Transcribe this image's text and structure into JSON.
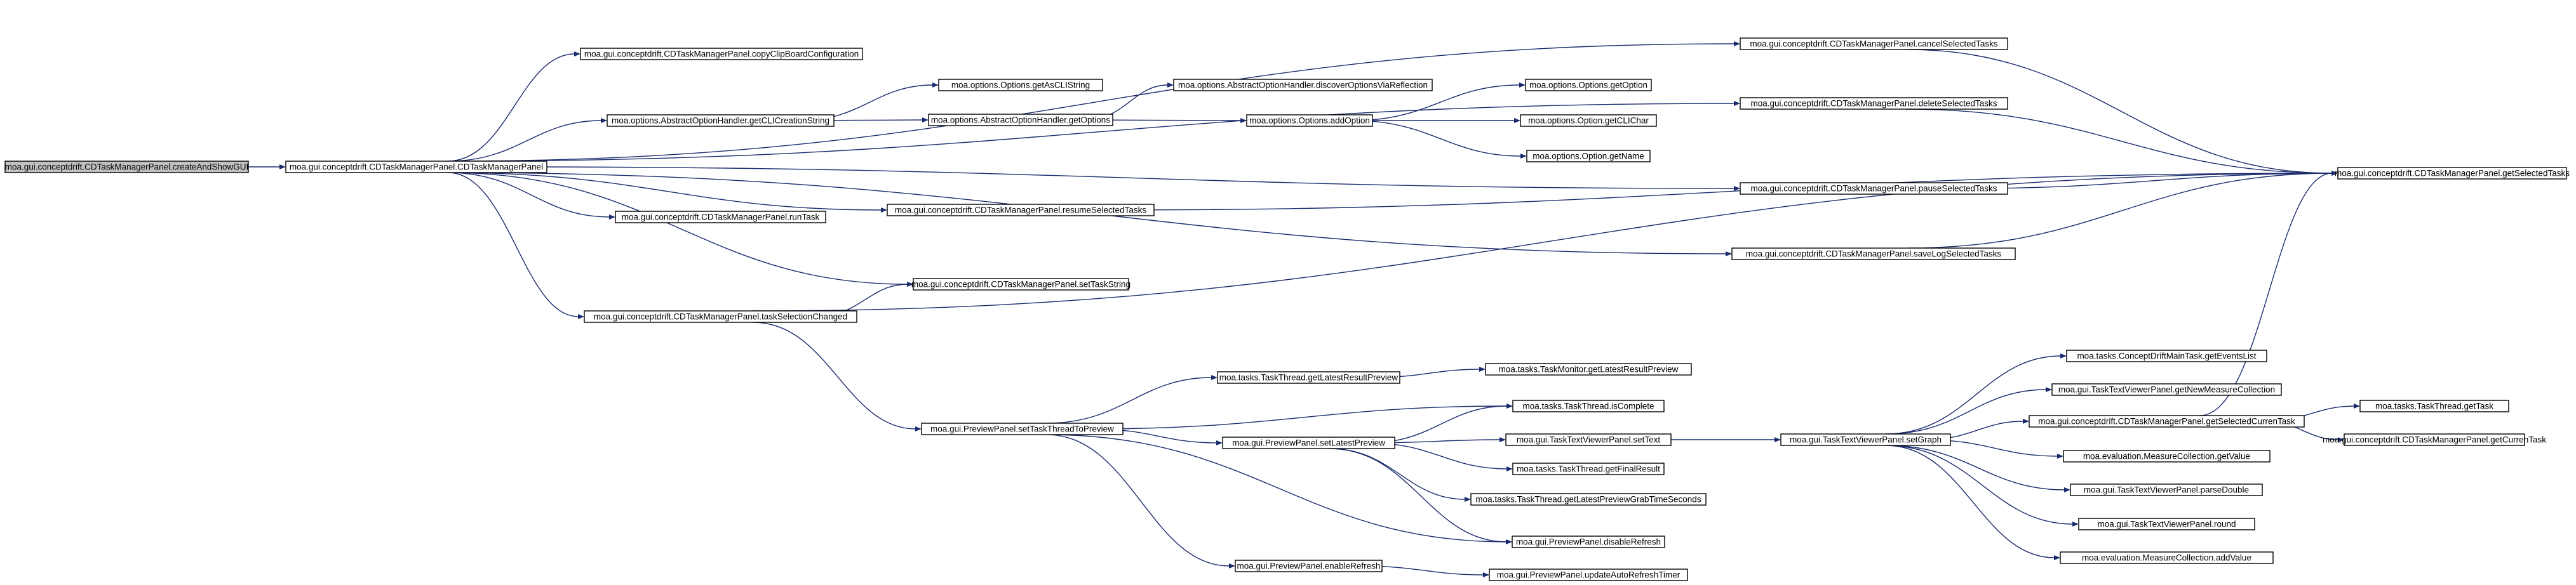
{
  "colors": {
    "edge": "#1a2b6d",
    "node_border": "#000000",
    "root_fill": "#c0c0c0",
    "node_fill": "#ffffff"
  },
  "nodes": {
    "root": "moa.gui.conceptdrift.CDTaskManagerPanel.createAndShowGUI",
    "ctor": "moa.gui.conceptdrift.CDTaskManagerPanel.CDTaskManagerPanel",
    "copyClip": "moa.gui.conceptdrift.CDTaskManagerPanel.copyClipBoardConfiguration",
    "getCLICreation": "moa.options.AbstractOptionHandler.getCLICreationString",
    "runTask": "moa.gui.conceptdrift.CDTaskManagerPanel.runTask",
    "resume": "moa.gui.conceptdrift.CDTaskManagerPanel.resumeSelectedTasks",
    "taskSelChanged": "moa.gui.conceptdrift.CDTaskManagerPanel.taskSelectionChanged",
    "setTaskString": "moa.gui.conceptdrift.CDTaskManagerPanel.setTaskString",
    "getAsCLI": "moa.options.Options.getAsCLIString",
    "getOptions": "moa.options.AbstractOptionHandler.getOptions",
    "discover": "moa.options.AbstractOptionHandler.discoverOptionsViaReflection",
    "addOption": "moa.options.Options.addOption",
    "getOption": "moa.options.Options.getOption",
    "getCLIChar": "moa.options.Option.getCLIChar",
    "getName": "moa.options.Option.getName",
    "cancel": "moa.gui.conceptdrift.CDTaskManagerPanel.cancelSelectedTasks",
    "delete": "moa.gui.conceptdrift.CDTaskManagerPanel.deleteSelectedTasks",
    "pause": "moa.gui.conceptdrift.CDTaskManagerPanel.pauseSelectedTasks",
    "saveLog": "moa.gui.conceptdrift.CDTaskManagerPanel.saveLogSelectedTasks",
    "getSelected": "moa.gui.conceptdrift.CDTaskManagerPanel.getSelectedTasks",
    "previewSet": "moa.gui.PreviewPanel.setTaskThreadToPreview",
    "ttLatest": "moa.tasks.TaskThread.getLatestResultPreview",
    "tmLatest": "moa.tasks.TaskMonitor.getLatestResultPreview",
    "isComplete": "moa.tasks.TaskThread.isComplete",
    "setLatest": "moa.gui.PreviewPanel.setLatestPreview",
    "setText": "moa.gui.TaskTextViewerPanel.setText",
    "finalResult": "moa.tasks.TaskThread.getFinalResult",
    "grabTime": "moa.tasks.TaskThread.getLatestPreviewGrabTimeSeconds",
    "disableRefresh": "moa.gui.PreviewPanel.disableRefresh",
    "enableRefresh": "moa.gui.PreviewPanel.enableRefresh",
    "autoRefresh": "moa.gui.PreviewPanel.updateAutoRefreshTimer",
    "setGraph": "moa.gui.TaskTextViewerPanel.setGraph",
    "eventsList": "moa.tasks.ConceptDriftMainTask.getEventsList",
    "newMeasure": "moa.gui.TaskTextViewerPanel.getNewMeasureCollection",
    "selCurrent": "moa.gui.conceptdrift.CDTaskManagerPanel.getSelectedCurrenTask",
    "getValue": "moa.evaluation.MeasureCollection.getValue",
    "parseDouble": "moa.gui.TaskTextViewerPanel.parseDouble",
    "round": "moa.gui.TaskTextViewerPanel.round",
    "addValue": "moa.evaluation.MeasureCollection.addValue",
    "getTask": "moa.tasks.TaskThread.getTask",
    "getCurrent": "moa.gui.conceptdrift.CDTaskManagerPanel.getCurrenTask"
  },
  "edges": [
    [
      "root",
      "ctor"
    ],
    [
      "ctor",
      "copyClip"
    ],
    [
      "ctor",
      "getCLICreation"
    ],
    [
      "ctor",
      "runTask"
    ],
    [
      "ctor",
      "resume"
    ],
    [
      "ctor",
      "taskSelChanged"
    ],
    [
      "ctor",
      "setTaskString"
    ],
    [
      "ctor",
      "cancel"
    ],
    [
      "ctor",
      "delete"
    ],
    [
      "ctor",
      "pause"
    ],
    [
      "ctor",
      "saveLog"
    ],
    [
      "getCLICreation",
      "getAsCLI"
    ],
    [
      "getCLICreation",
      "getOptions"
    ],
    [
      "getOptions",
      "discover"
    ],
    [
      "getOptions",
      "addOption"
    ],
    [
      "addOption",
      "getOption"
    ],
    [
      "addOption",
      "getCLIChar"
    ],
    [
      "addOption",
      "getName"
    ],
    [
      "cancel",
      "getSelected"
    ],
    [
      "delete",
      "getSelected"
    ],
    [
      "pause",
      "getSelected"
    ],
    [
      "resume",
      "getSelected"
    ],
    [
      "saveLog",
      "getSelected"
    ],
    [
      "taskSelChanged",
      "setTaskString"
    ],
    [
      "taskSelChanged",
      "getSelected"
    ],
    [
      "taskSelChanged",
      "previewSet"
    ],
    [
      "previewSet",
      "ttLatest"
    ],
    [
      "previewSet",
      "isComplete"
    ],
    [
      "previewSet",
      "setLatest"
    ],
    [
      "previewSet",
      "disableRefresh"
    ],
    [
      "previewSet",
      "enableRefresh"
    ],
    [
      "ttLatest",
      "tmLatest"
    ],
    [
      "setLatest",
      "isComplete"
    ],
    [
      "setLatest",
      "setText"
    ],
    [
      "setLatest",
      "finalResult"
    ],
    [
      "setLatest",
      "grabTime"
    ],
    [
      "setLatest",
      "disableRefresh"
    ],
    [
      "enableRefresh",
      "autoRefresh"
    ],
    [
      "setText",
      "setGraph"
    ],
    [
      "setGraph",
      "eventsList"
    ],
    [
      "setGraph",
      "newMeasure"
    ],
    [
      "setGraph",
      "selCurrent"
    ],
    [
      "setGraph",
      "getValue"
    ],
    [
      "setGraph",
      "parseDouble"
    ],
    [
      "setGraph",
      "round"
    ],
    [
      "setGraph",
      "addValue"
    ],
    [
      "selCurrent",
      "getSelected"
    ],
    [
      "selCurrent",
      "getTask"
    ],
    [
      "selCurrent",
      "getCurrent"
    ]
  ]
}
